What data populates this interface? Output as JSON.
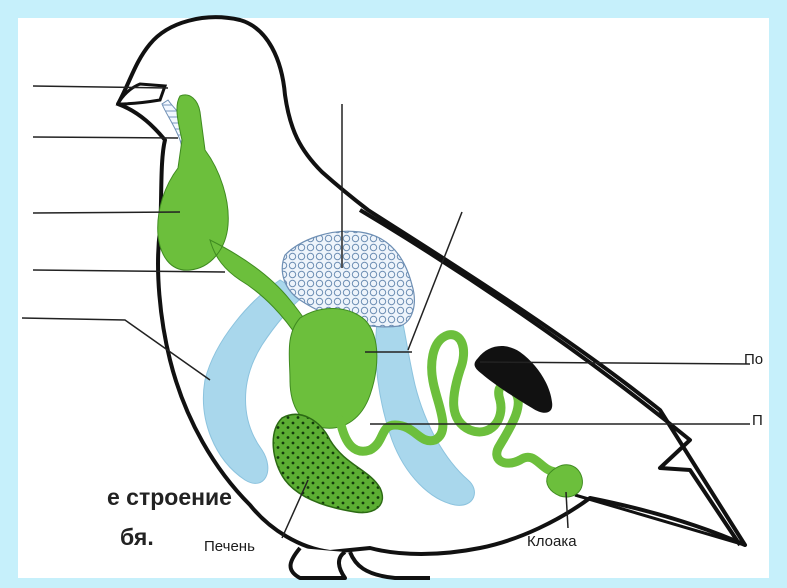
{
  "labels": {
    "liver": "Печень",
    "cloaca": "Клоака",
    "right_top": "По",
    "right_bottom": "П"
  },
  "caption": {
    "line1": "е строение",
    "line2": "бя."
  },
  "colors": {
    "background": "#c6f0fb",
    "paper": "#ffffff",
    "outline": "#111111",
    "digestive_green": "#6cbf3c",
    "lung_blue": "#a9d7ec",
    "kidney_black": "#111111"
  }
}
